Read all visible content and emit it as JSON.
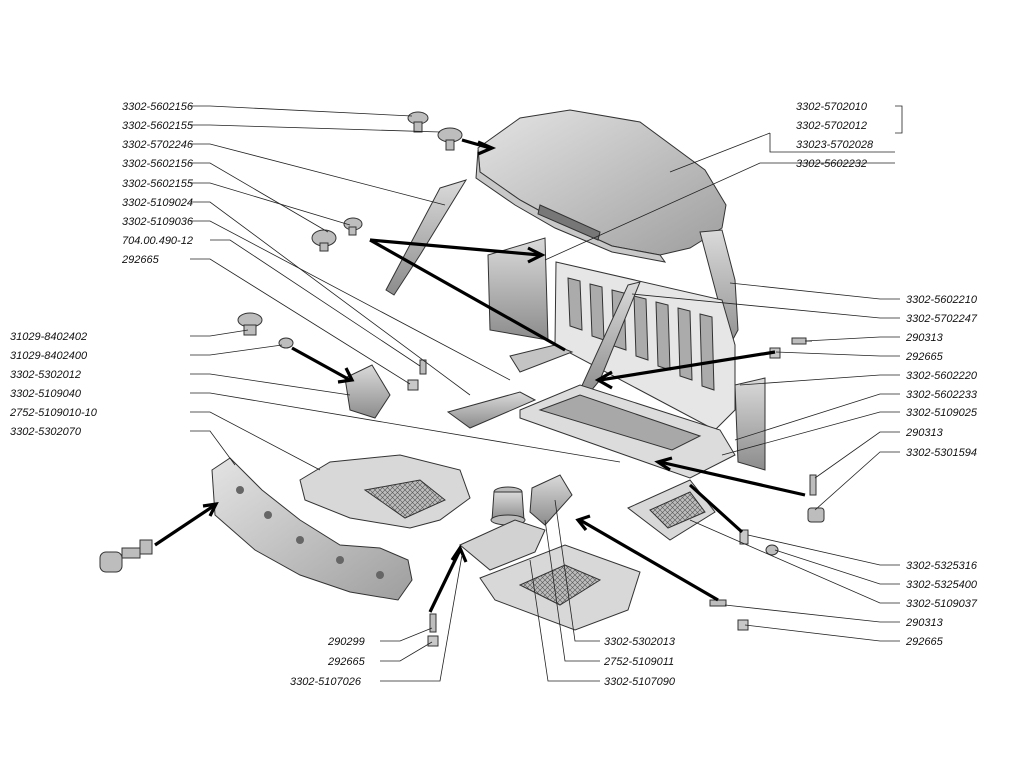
{
  "diagram": {
    "colors": {
      "part_fill": "#d2d2d2",
      "part_shade": "#9a9a9a",
      "line": "#222222"
    },
    "labels_left": [
      "3302-5602156",
      "3302-5602155",
      "3302-5702246",
      "3302-5602156",
      "3302-5602155",
      "3302-5109024",
      "3302-5109036",
      "704.00.490-12",
      "292665",
      "31029-8402402",
      "31029-8402400",
      "3302-5302012",
      "3302-5109040",
      "2752-5109010-10",
      "3302-5302070"
    ],
    "labels_right": [
      "3302-5702010",
      "3302-5702012",
      "33023-5702028",
      "3302-5602232",
      "3302-5602210",
      "3302-5702247",
      "290313",
      "292665",
      "3302-5602220",
      "3302-5602233",
      "3302-5109025",
      "290313",
      "3302-5301594",
      "3302-5325316",
      "3302-5325400",
      "3302-5109037",
      "290313",
      "292665"
    ],
    "labels_bottom": [
      "290299",
      "292665",
      "3302-5107026",
      "3302-5302013",
      "2752-5109011",
      "3302-5107090"
    ]
  }
}
